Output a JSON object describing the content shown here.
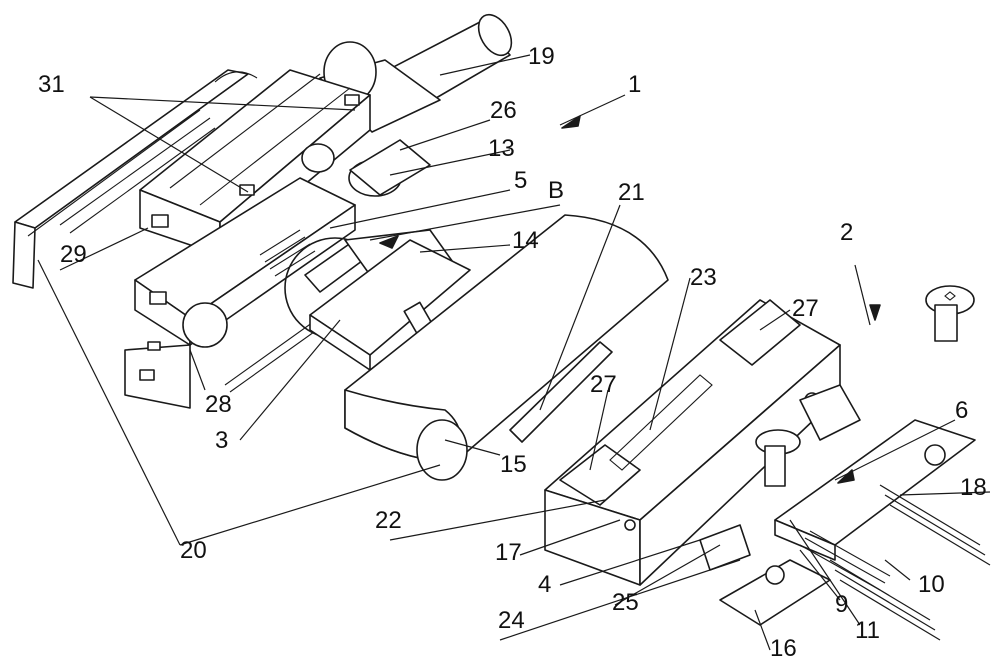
{
  "colors": {
    "ink": "#1a1a1a",
    "paper": "#ffffff"
  },
  "labels": {
    "l31": "31",
    "l19": "19",
    "l1": "1",
    "l26": "26",
    "l13": "13",
    "l5": "5",
    "lB": "B",
    "l21": "21",
    "l14": "14",
    "l29": "29",
    "l23": "23",
    "l27a": "27",
    "l2": "2",
    "l28": "28",
    "l27b": "27",
    "l6": "6",
    "l3": "3",
    "l15": "15",
    "l18": "18",
    "l22": "22",
    "l17": "17",
    "l20": "20",
    "l10": "10",
    "l4": "4",
    "l24": "24",
    "l25": "25",
    "l9": "9",
    "l11": "11",
    "l16": "16"
  }
}
